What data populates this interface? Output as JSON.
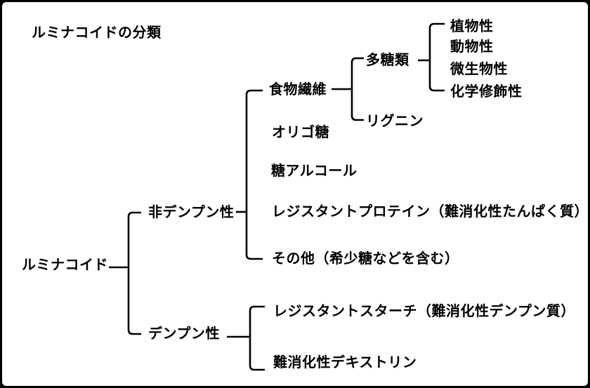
{
  "title": "ルミナコイドの分類",
  "colors": {
    "background": "#ffffff",
    "border": "#000000",
    "line": "#000000",
    "text": "#000000"
  },
  "tree": {
    "root": "ルミナコイド",
    "branches": {
      "non_starch": {
        "label": "非デンプン性",
        "children": {
          "dietary_fiber": {
            "label": "食物繊維",
            "children": {
              "polysaccharides": {
                "label": "多糖類",
                "children": {
                  "plant": "植物性",
                  "animal": "動物性",
                  "microbial": "微生物性",
                  "chemically_modified": "化学修飾性"
                }
              },
              "lignin": {
                "label": "リグニン"
              }
            }
          },
          "oligosaccharides": {
            "label": "オリゴ糖"
          },
          "sugar_alcohols": {
            "label": "糖アルコール"
          },
          "resistant_protein": {
            "label": "レジスタントプロテイン（難消化性たんぱく質）"
          },
          "others": {
            "label": "その他（希少糖などを含む）"
          }
        }
      },
      "starch": {
        "label": "デンプン性",
        "children": {
          "resistant_starch": {
            "label": "レジスタントスターチ（難消化性デンプン質）"
          },
          "indigestible_dextrin": {
            "label": "難消化性デキストリン"
          }
        }
      }
    }
  }
}
